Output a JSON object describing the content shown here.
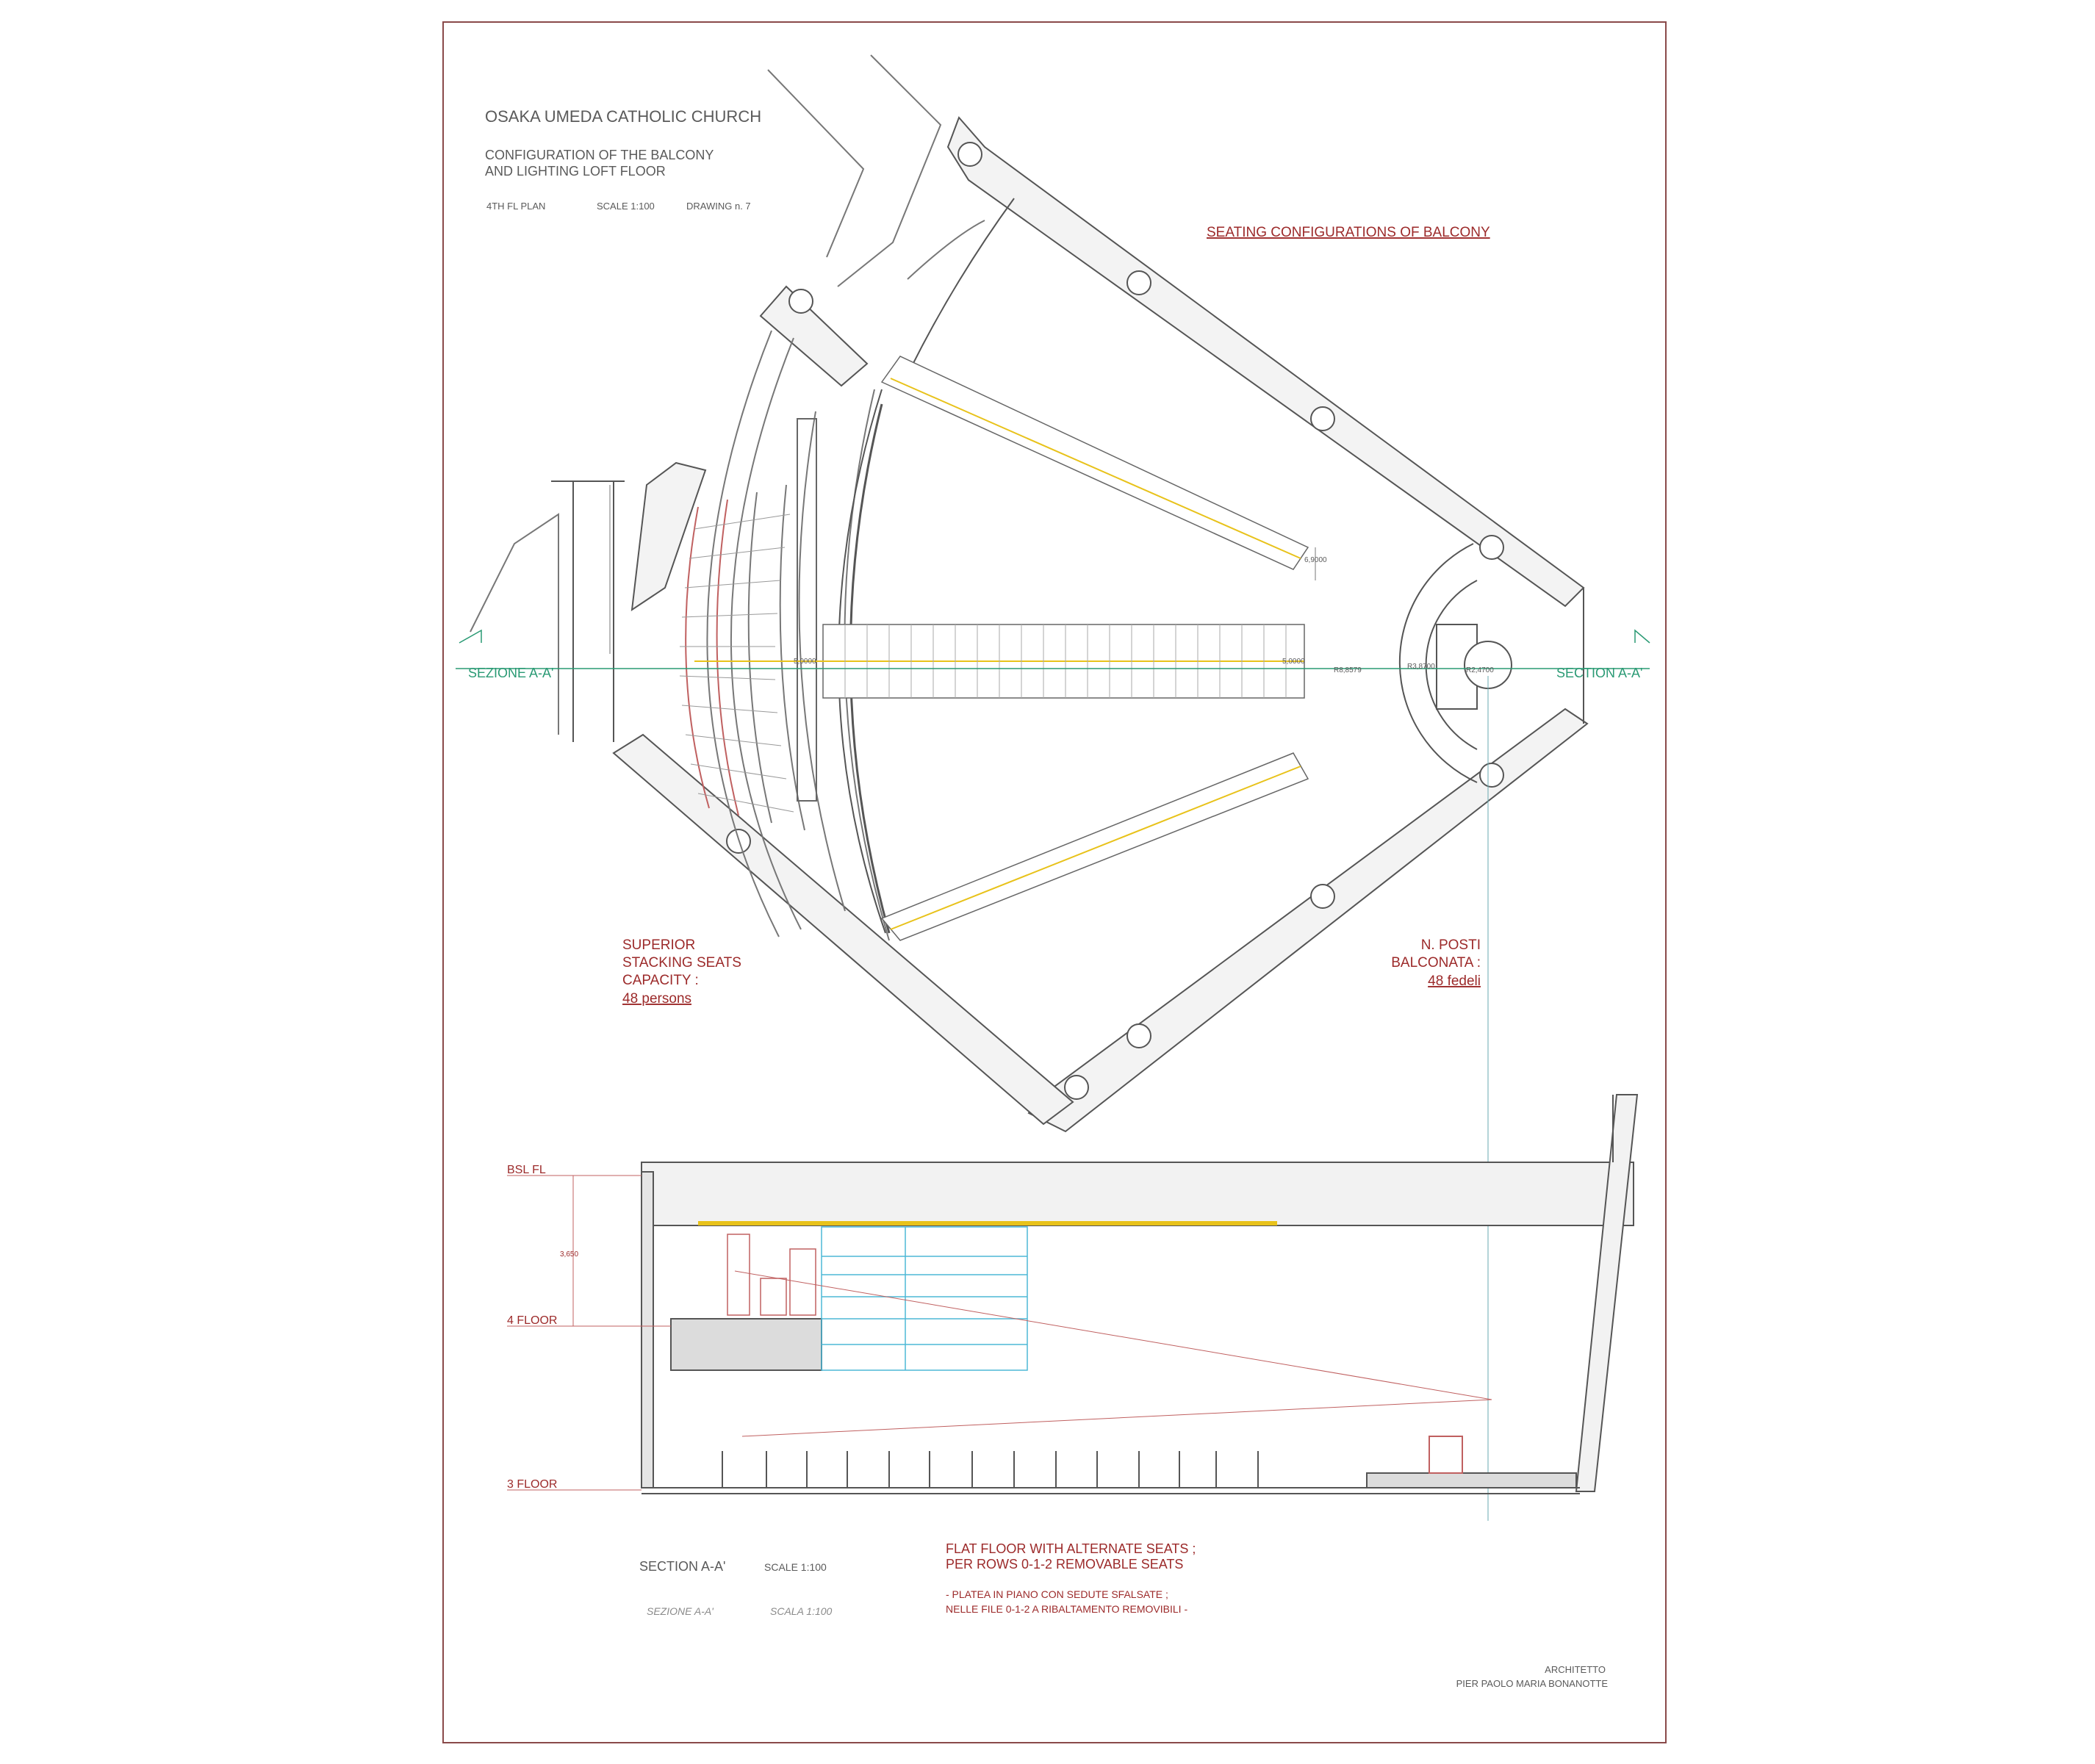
{
  "title_block": {
    "church_name": "OSAKA UMEDA CATHOLIC CHURCH",
    "subtitle_line1": "CONFIGURATION OF THE BALCONY",
    "subtitle_line2": "AND LIGHTING LOFT FLOOR",
    "plan_label": "4TH FL PLAN",
    "scale_label": "SCALE 1:100",
    "drawing_label": "DRAWING n. 7"
  },
  "plan": {
    "seating_heading": "SEATING CONFIGURATIONS OF BALCONY",
    "section_left": "SEZIONE A-A'",
    "section_right": "SECTION A-A'",
    "capacity_en": {
      "line1": "SUPERIOR",
      "line2": "STACKING SEATS",
      "line3": "CAPACITY :",
      "value": "48 persons"
    },
    "capacity_it": {
      "line1": "N. POSTI",
      "line2": "BALCONATA :",
      "value": "48 fedeli"
    },
    "dims": {
      "d1": "6,9000",
      "d2": "5,0000",
      "d3": "5,0000",
      "r1": "R8,8579",
      "r2": "R3,8700",
      "r3": "R2,4700"
    }
  },
  "section": {
    "level_top": "BSL FL",
    "level_4": "4 FLOOR",
    "level_3": "3 FLOOR",
    "height_dim": "3,650",
    "caption_en": "SECTION A-A'",
    "caption_en_scale": "SCALE 1:100",
    "caption_it": "SEZIONE A-A'",
    "caption_it_scale": "SCALA 1:100",
    "note_en_line1": "FLAT FLOOR WITH ALTERNATE SEATS ;",
    "note_en_line2": "PER ROWS 0-1-2 REMOVABLE SEATS",
    "note_it_line1": "- PLATEA IN PIANO CON SEDUTE SFALSATE ;",
    "note_it_line2": "NELLE FILE 0-1-2 A RIBALTAMENTO REMOVIBILI -"
  },
  "signature": {
    "role": "ARCHITETTO",
    "name": "PIER PAOLO MARIA BONANOTTE"
  },
  "colors": {
    "line": "#555555",
    "red": "#9c2a2a",
    "green": "#2a9a74",
    "yellow": "#e8c21a",
    "cyan": "#4db8d6"
  }
}
